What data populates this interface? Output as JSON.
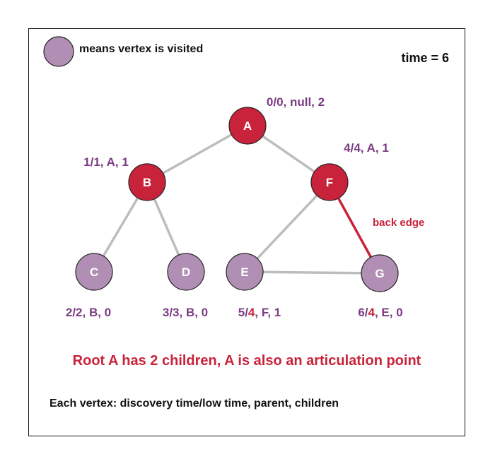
{
  "legend": {
    "text": "means vertex is visited",
    "color": "#b18fb5"
  },
  "time_label": "time = 6",
  "colors": {
    "current": "#c8233a",
    "visited": "#b18fb5",
    "info": "#7b3c83",
    "low_highlight": "#c8233a",
    "edge": "#bdbdbd",
    "back_edge": "#c8233a",
    "stroke": "#222222"
  },
  "vertices": [
    {
      "id": "A",
      "state": "current",
      "info_parts": [
        "0/0, null, 2"
      ]
    },
    {
      "id": "B",
      "state": "current",
      "info_parts": [
        "1/1, A, 1"
      ]
    },
    {
      "id": "F",
      "state": "current",
      "info_parts": [
        "4/4, A, 1"
      ]
    },
    {
      "id": "C",
      "state": "visited",
      "info_parts": [
        "2/2, B, 0"
      ]
    },
    {
      "id": "D",
      "state": "visited",
      "info_parts": [
        "3/3, B, 0"
      ]
    },
    {
      "id": "E",
      "state": "visited",
      "info_parts": [
        "5/",
        "4",
        ", F, 1"
      ]
    },
    {
      "id": "G",
      "state": "visited",
      "info_parts": [
        "6/",
        "4",
        ", E, 0"
      ]
    }
  ],
  "edges": [
    {
      "from": "A",
      "to": "B",
      "type": "tree"
    },
    {
      "from": "A",
      "to": "F",
      "type": "tree"
    },
    {
      "from": "B",
      "to": "C",
      "type": "tree"
    },
    {
      "from": "B",
      "to": "D",
      "type": "tree"
    },
    {
      "from": "F",
      "to": "E",
      "type": "tree"
    },
    {
      "from": "E",
      "to": "G",
      "type": "tree"
    },
    {
      "from": "F",
      "to": "G",
      "type": "back"
    }
  ],
  "back_edge_label": "back edge",
  "conclusion": "Root A has 2 children, A is also an articulation point",
  "footnote": "Each vertex: discovery time/low time, parent, children"
}
